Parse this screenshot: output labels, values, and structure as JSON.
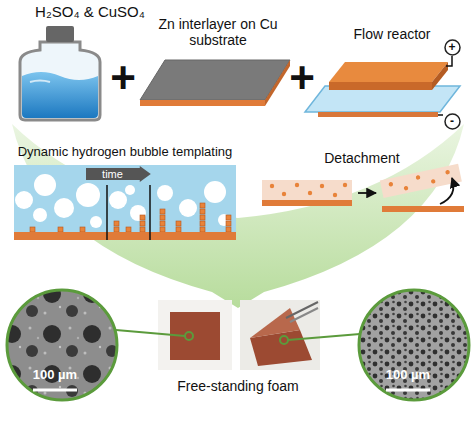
{
  "diagram": {
    "nodes": [
      {
        "text": [
          "+"
        ]
      },
      {
        "text": [
          "-"
        ]
      },
      {
        "text": [
          "time"
        ]
      }
    ],
    "labels": [
      "H₂SO₄ & CuSO₄",
      "+",
      "Zn interlayer on Cu substrate",
      "+",
      "Flow reactor",
      "Dynamic hydrogen bubble templating",
      "Detachment",
      "100 µm",
      "Free-standing foam",
      "100 µm"
    ]
  }
}
